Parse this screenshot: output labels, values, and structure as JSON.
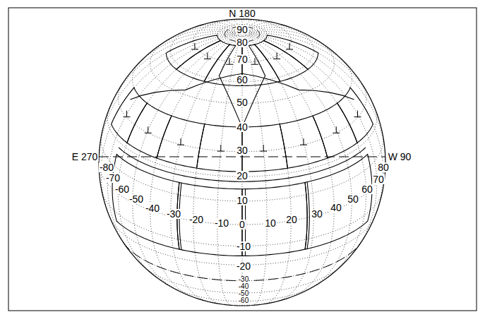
{
  "diagram": {
    "labels": [
      "N 180",
      "90",
      "80",
      "70",
      "60",
      "50",
      "40",
      "E 270",
      "W 90",
      "30",
      "20",
      "10",
      "0",
      "-10",
      "-20",
      "-30",
      "-40",
      "-50",
      "-60",
      "-80",
      "-70",
      "-60",
      "-50",
      "-40",
      "-30",
      "-20",
      "-10",
      "10",
      "20",
      "30",
      "40",
      "50",
      "60",
      "70",
      "80"
    ]
  }
}
